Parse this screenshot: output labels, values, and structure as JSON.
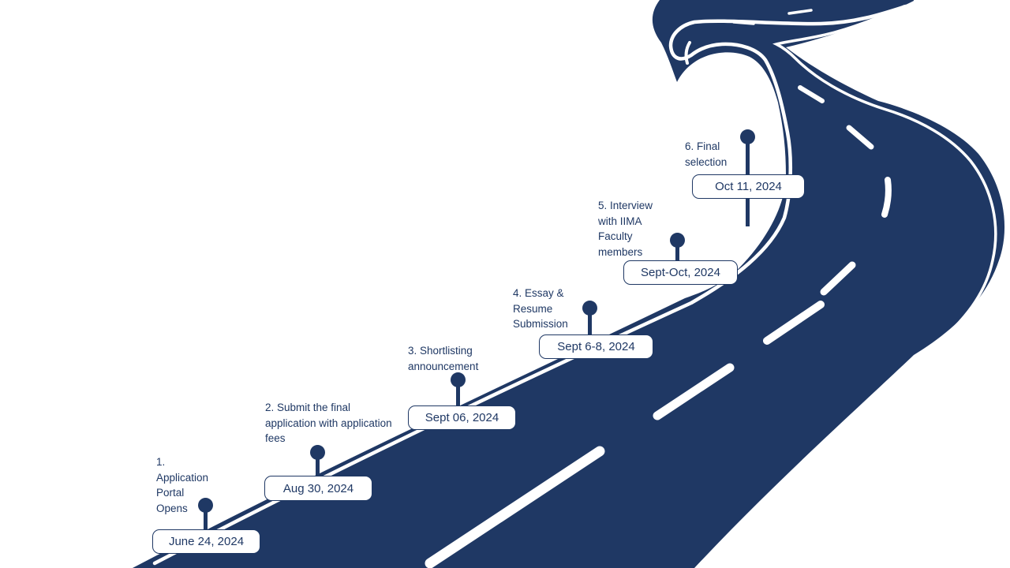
{
  "colors": {
    "road": "#1F3864",
    "marking": "#FFFFFF",
    "text": "#1F3864",
    "date_box_bg": "#FFFFFF",
    "date_box_border": "#1F3864"
  },
  "milestones": [
    {
      "lines": [
        "1.",
        "Application",
        "Portal",
        "Opens"
      ],
      "date": "June 24, 2024"
    },
    {
      "lines": [
        "2. Submit the final",
        "application with application",
        "fees"
      ],
      "date": "Aug 30, 2024"
    },
    {
      "lines": [
        "3. Shortlisting",
        "announcement"
      ],
      "date": "Sept 06, 2024"
    },
    {
      "lines": [
        "4. Essay &",
        "Resume",
        "Submission"
      ],
      "date": "Sept 6-8, 2024"
    },
    {
      "lines": [
        "5. Interview",
        "with IIMA",
        "Faculty",
        "members"
      ],
      "date": "Sept-Oct, 2024"
    },
    {
      "lines": [
        "6. Final",
        "selection"
      ],
      "date": "Oct 11, 2024"
    }
  ]
}
